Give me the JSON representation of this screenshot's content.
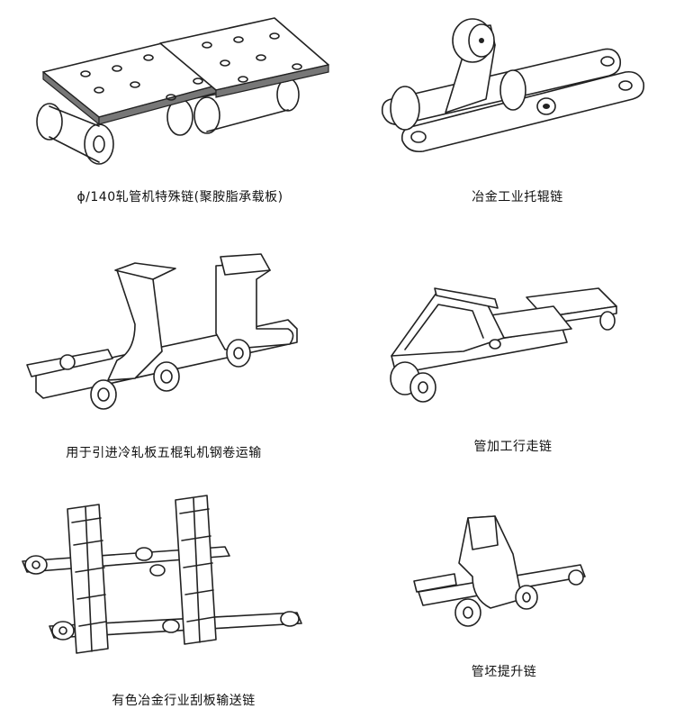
{
  "items": [
    {
      "caption": "ϕ/140轧管机特殊链(聚胺脂承载板)",
      "icon": "slat-plate-chain-icon"
    },
    {
      "caption": "冶金工业托辊链",
      "icon": "roller-support-chain-icon"
    },
    {
      "caption": "用于引进冷轧板五棍轧机钢卷运输",
      "icon": "coil-transport-chain-icon"
    },
    {
      "caption": "管加工行走链",
      "icon": "pipe-walking-chain-icon"
    },
    {
      "caption": "有色冶金行业刮板输送链",
      "icon": "scraper-conveyor-chain-icon"
    },
    {
      "caption": "管坯提升链",
      "icon": "billet-lift-chain-icon"
    }
  ]
}
